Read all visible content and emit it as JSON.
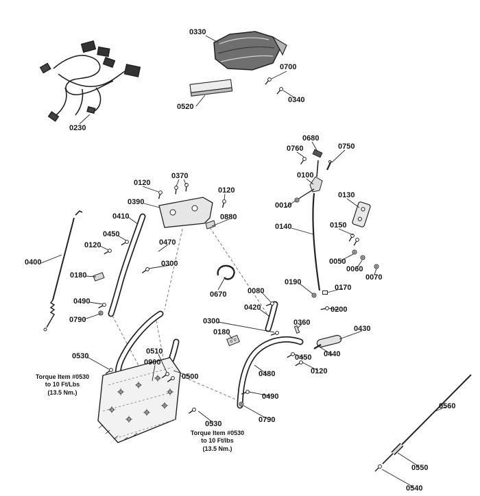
{
  "diagram": {
    "kind": "exploded-parts-diagram",
    "background": "#ffffff",
    "line_color": "#222222",
    "callouts": [
      {
        "text": "0330"
      },
      {
        "text": "0700"
      },
      {
        "text": "0340"
      },
      {
        "text": "0520"
      },
      {
        "text": "0230"
      },
      {
        "text": "0680"
      },
      {
        "text": "0760"
      },
      {
        "text": "0750"
      },
      {
        "text": "0100"
      },
      {
        "text": "0370"
      },
      {
        "text": "0120"
      },
      {
        "text": "0120"
      },
      {
        "text": "0130"
      },
      {
        "text": "0390"
      },
      {
        "text": "0010"
      },
      {
        "text": "0410"
      },
      {
        "text": "0880"
      },
      {
        "text": "0150"
      },
      {
        "text": "0140"
      },
      {
        "text": "0450"
      },
      {
        "text": "0470"
      },
      {
        "text": "0120"
      },
      {
        "text": "0400"
      },
      {
        "text": "0300"
      },
      {
        "text": "0050"
      },
      {
        "text": "0060"
      },
      {
        "text": "0070"
      },
      {
        "text": "0180"
      },
      {
        "text": "0190"
      },
      {
        "text": "0170"
      },
      {
        "text": "0080"
      },
      {
        "text": "0670"
      },
      {
        "text": "0490"
      },
      {
        "text": "0420"
      },
      {
        "text": "0200"
      },
      {
        "text": "0790"
      },
      {
        "text": "0300"
      },
      {
        "text": "0360"
      },
      {
        "text": "0430"
      },
      {
        "text": "0180"
      },
      {
        "text": "0510"
      },
      {
        "text": "0530"
      },
      {
        "text": "0440"
      },
      {
        "text": "0450"
      },
      {
        "text": "0900"
      },
      {
        "text": "0120"
      },
      {
        "text": "0480"
      },
      {
        "text": "0500"
      },
      {
        "text": "0490"
      },
      {
        "text": "0560"
      },
      {
        "text": "0790"
      },
      {
        "text": "0530"
      },
      {
        "text": "0550"
      },
      {
        "text": "0540"
      }
    ],
    "notes": [
      {
        "text": "Torque Item #0530\nto 10 Ft/Lbs\n(13.5 Nm.)"
      },
      {
        "text": "Torque Item #0530\nto 10 Ft/lbs\n(13.5 Nm.)"
      }
    ]
  }
}
